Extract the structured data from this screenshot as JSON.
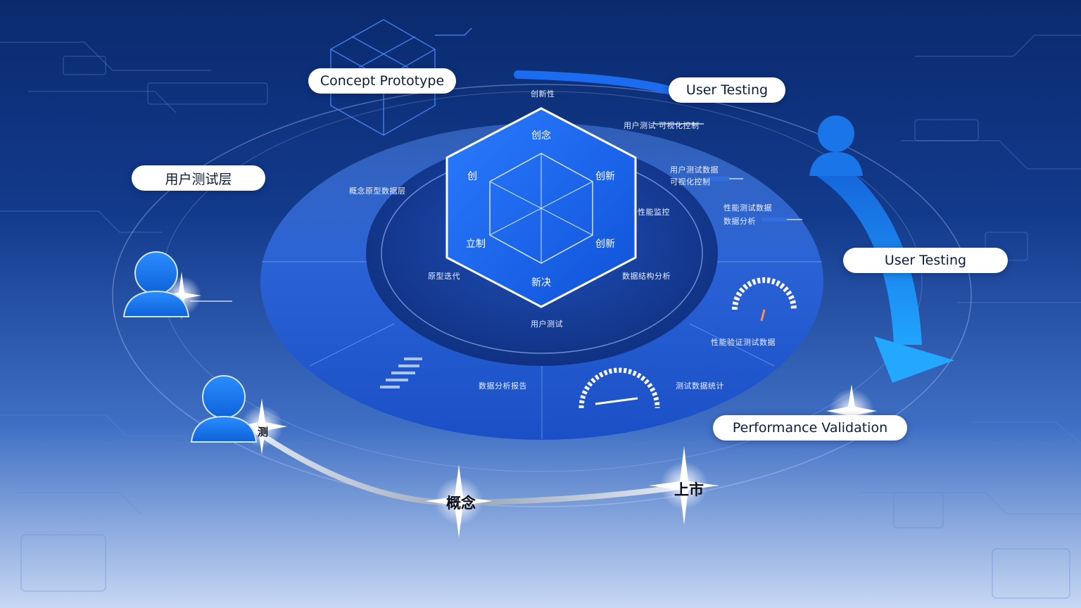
{
  "pills": {
    "concept_prototype": "Concept Prototype",
    "user_testing_top": "User Testing",
    "user_testing_right": "User Testing",
    "user_testing_layer": "用户测试层",
    "performance_validation": "Performance Validation"
  },
  "hexagon": {
    "top": "创念",
    "upper_left": "创",
    "upper_right": "创新",
    "lower_left": "立制",
    "lower_right": "创新",
    "bottom": "新决"
  },
  "annotations": {
    "above_hex": "创新性",
    "top_right_line": "用户测试·可视化控制",
    "right_1": "用户测试数据",
    "right_1b": "可视化控制",
    "right_2": "性能测试数据",
    "right_2b": "数据分析",
    "left_ring": "概念原型数据层",
    "inner_left": "原型迭代",
    "inner_right": "数据结构分析",
    "inner_mid_right": "性能监控",
    "below_hex": "用户测试",
    "gauge_panel": "性能验证测试数据",
    "bottom_panel": "测试数据统计",
    "bottom_panel_b": "数据分析报告"
  },
  "milestones": {
    "concept": "概念",
    "launch": "上市",
    "test": "测"
  },
  "icons": {
    "user_left_upper": "user-icon",
    "user_left_lower": "user-icon",
    "user_right": "user-icon"
  },
  "colors": {
    "accent": "#1e6ef0",
    "ring": "#2d63d8",
    "pill_bg": "#ffffff"
  }
}
